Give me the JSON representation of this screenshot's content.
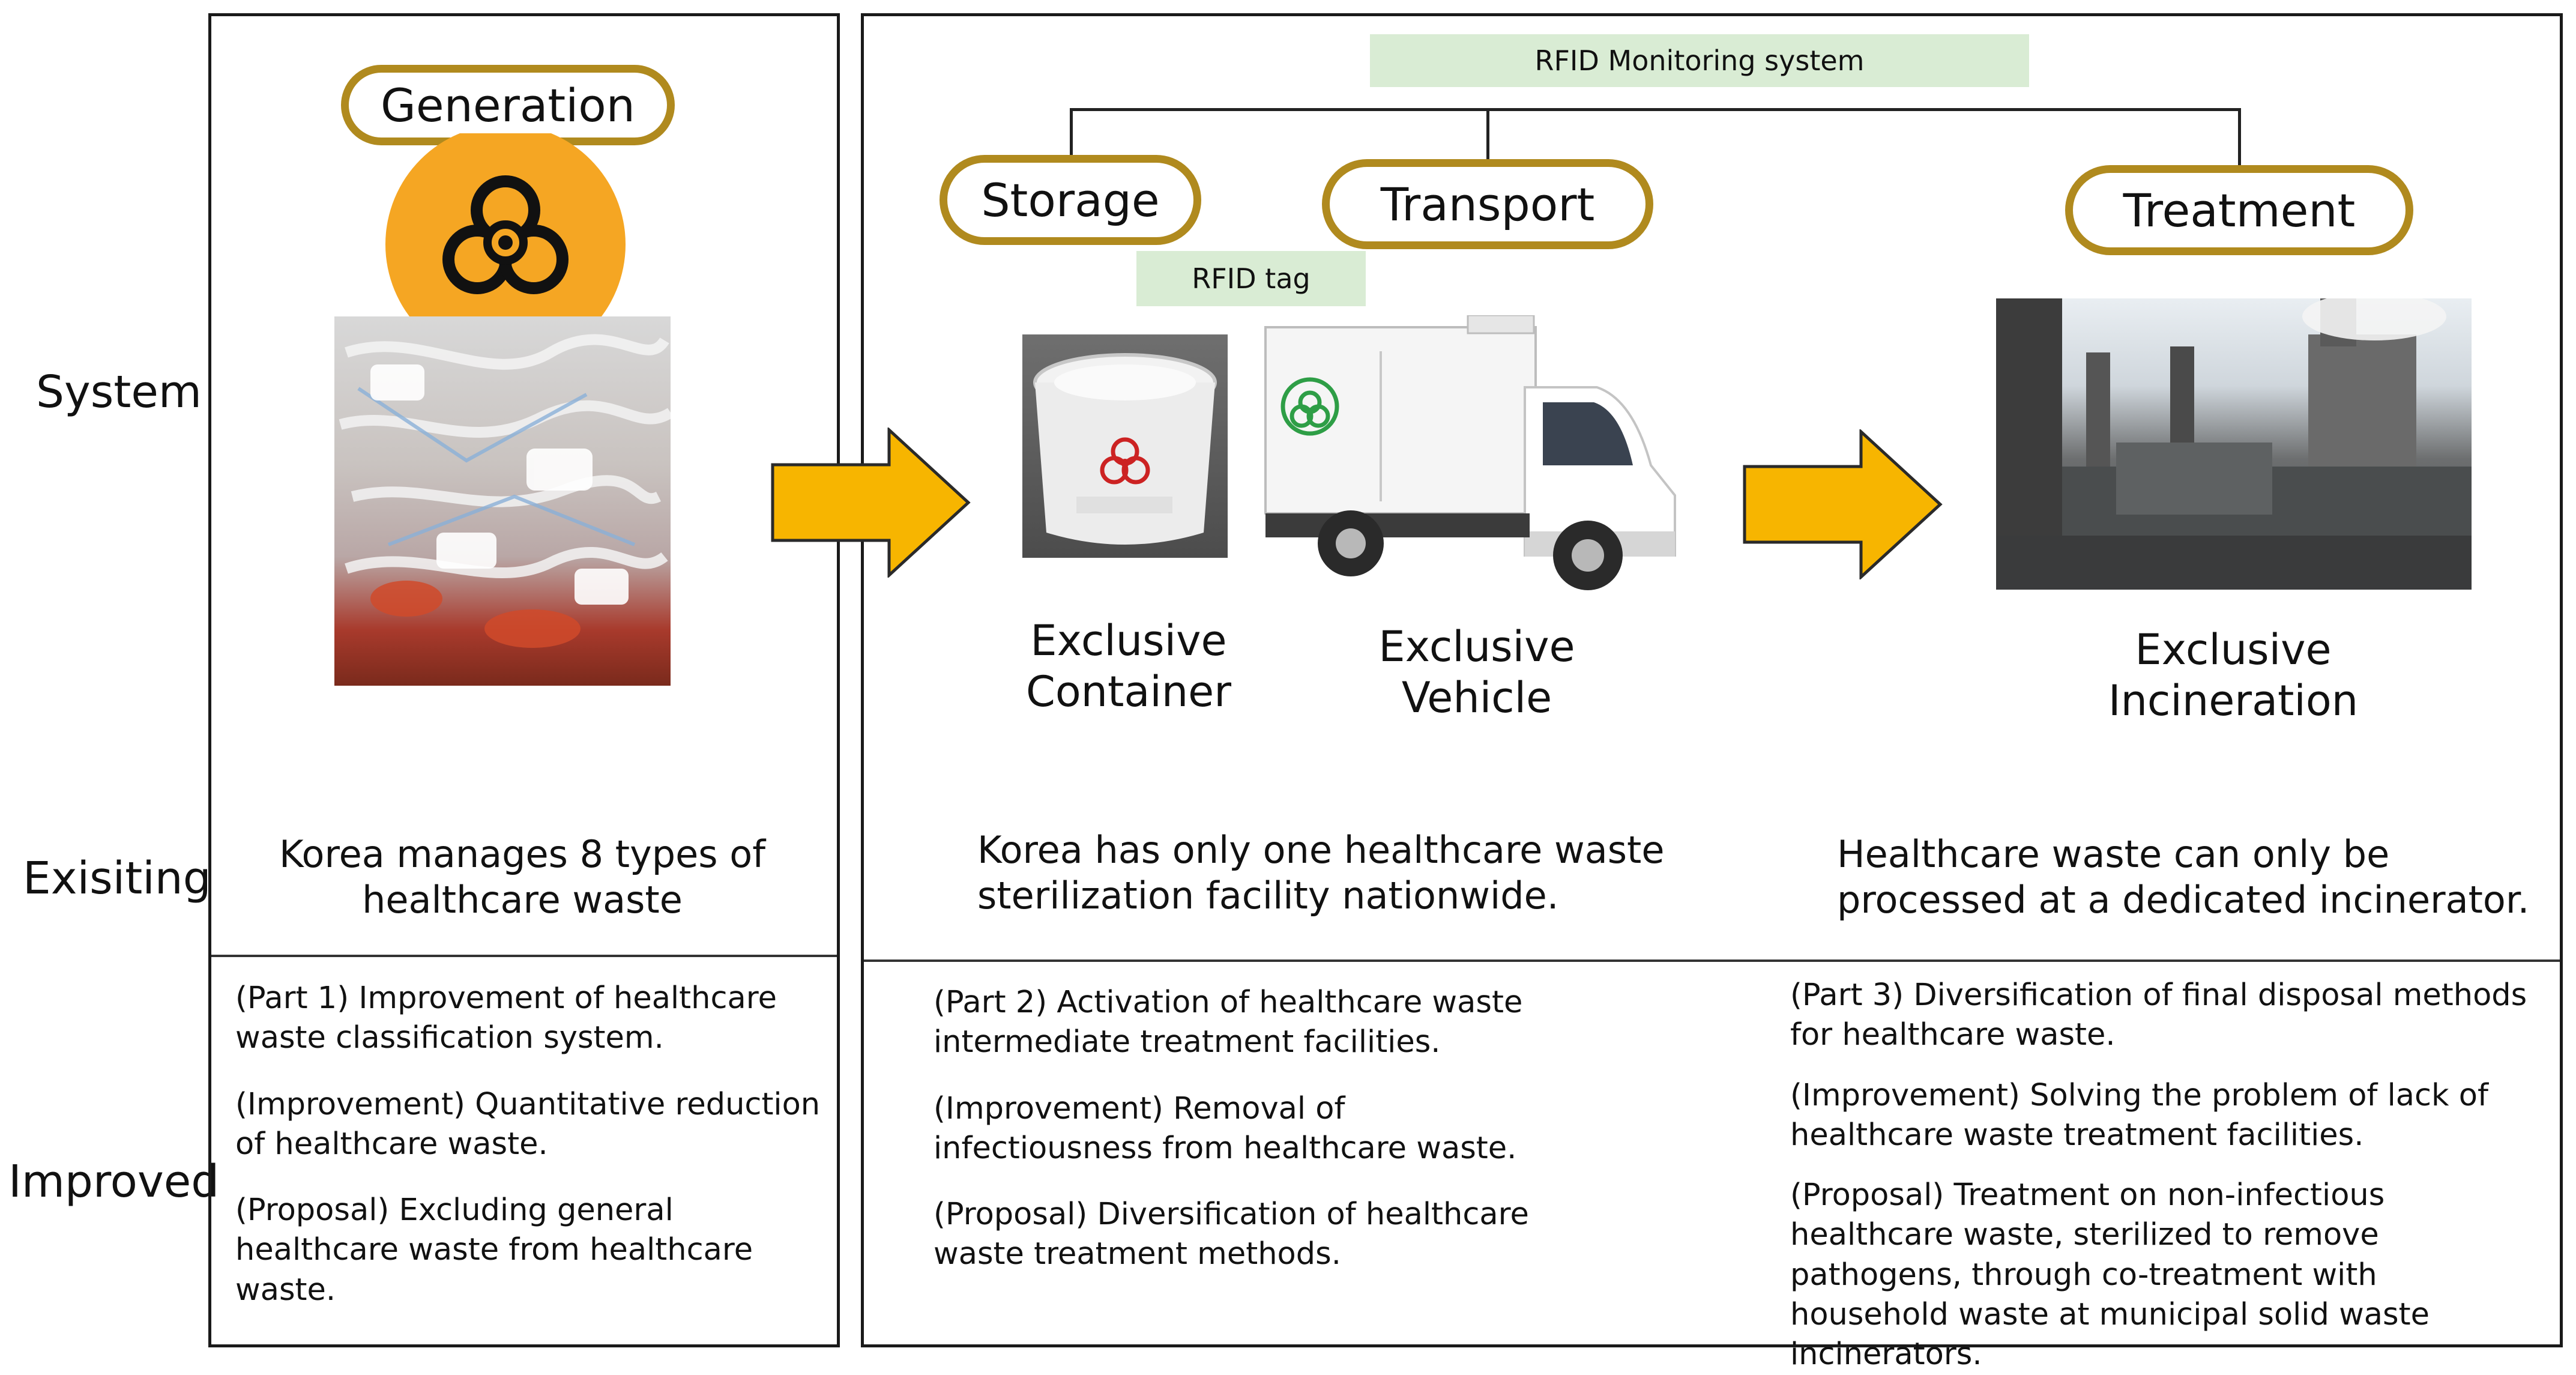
{
  "row_labels": {
    "system": "System",
    "existing": "Exisiting",
    "improved": "Improved"
  },
  "stages": {
    "generation": "Generation",
    "storage": "Storage",
    "transport": "Transport",
    "treatment": "Treatment"
  },
  "monitoring": {
    "label": "RFID Monitoring system",
    "tag": "RFID tag"
  },
  "captions": {
    "container": "Exclusive\nContainer",
    "vehicle": "Exclusive\nVehicle",
    "incineration": "Exclusive\nIncineration"
  },
  "existing": {
    "left": "Korea manages 8 types of healthcare waste",
    "middle": "Korea has only one healthcare waste sterilization facility nationwide.",
    "right": "Healthcare waste can only be processed at a dedicated incinerator."
  },
  "improved": {
    "part1": {
      "part": "(Part 1) Improvement of healthcare waste classification system.",
      "improvement": "(Improvement) Quantitative reduction of healthcare waste.",
      "proposal": "(Proposal) Excluding general healthcare waste from healthcare waste."
    },
    "part2": {
      "part": "(Part 2) Activation of healthcare waste intermediate treatment facilities.",
      "improvement": "(Improvement) Removal of infectiousness from healthcare waste.",
      "proposal": "(Proposal) Diversification of healthcare waste treatment methods."
    },
    "part3": {
      "part": "(Part 3) Diversification of final disposal methods for healthcare waste.",
      "improvement": "(Improvement) Solving the problem of lack of healthcare waste treatment facilities.",
      "proposal": "(Proposal) Treatment on non-infectious healthcare waste, sterilized to remove pathogens, through co-treatment with household waste at municipal solid waste incinerators."
    }
  },
  "colors": {
    "pill_border": "#b08a1e",
    "arrow": "#f7b500",
    "arrow_outline": "#2a2a2a",
    "monitoring_fill": "#d9ecd4",
    "biohazard_circle": "#f5a623",
    "vehicle_logo": "#2e9e46",
    "container_logo": "#cc2222"
  },
  "icons": [
    "biohazard-icon",
    "arrow-right-icon"
  ]
}
